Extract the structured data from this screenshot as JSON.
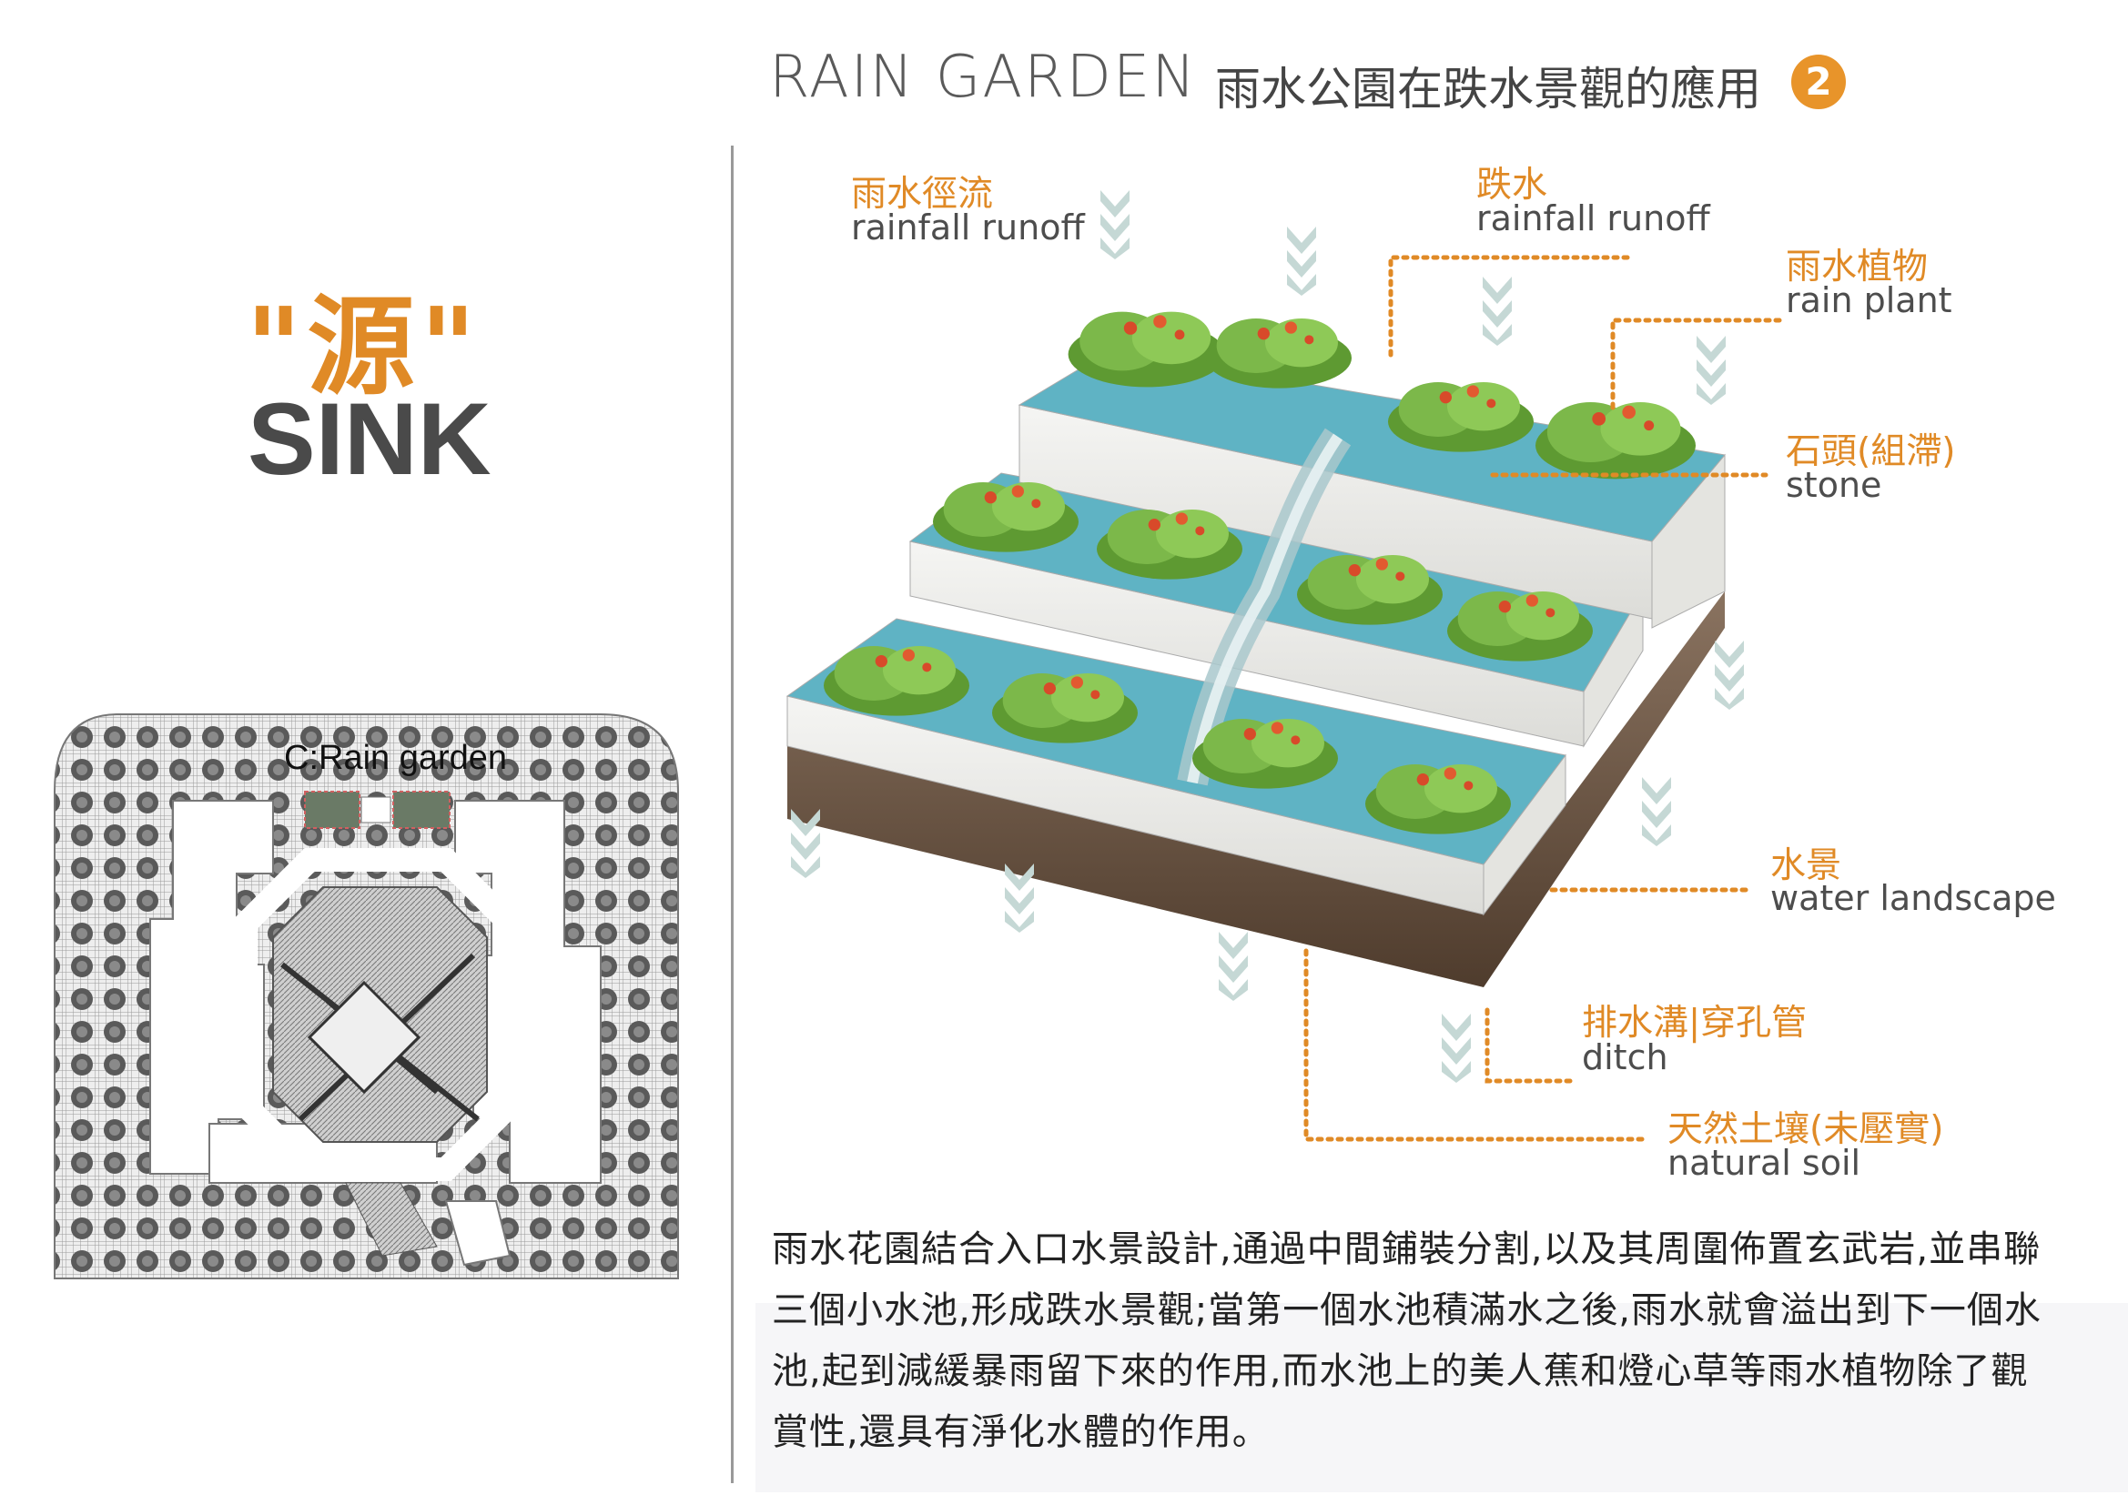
{
  "header": {
    "title_en": "RAIN GARDEN",
    "title_zh": "雨水公園在跌水景觀的應用",
    "badge": "2"
  },
  "left": {
    "yuan": "\"源\"",
    "sink": "SINK",
    "map_label": "C:Rain garden"
  },
  "labels": {
    "runoff": {
      "zh": "雨水徑流",
      "en": "rainfall runoff"
    },
    "cascade": {
      "zh": "跌水",
      "en": "rainfall runoff"
    },
    "plant": {
      "zh": "雨水植物",
      "en": "rain plant"
    },
    "stone": {
      "zh": "石頭(組滯)",
      "en": "stone"
    },
    "water": {
      "zh": "水景",
      "en": "water landscape"
    },
    "ditch": {
      "zh": "排水溝|穿孔管",
      "en": "ditch"
    },
    "soil": {
      "zh": "天然土壤(未壓實)",
      "en": "natural soil"
    }
  },
  "paragraph": [
    "雨水花園結合入口水景設計,通過中間鋪裝分割,以及其周圍佈置玄武岩,並串聯",
    "三個小水池,形成跌水景觀;當第一個水池積滿水之後,雨水就會溢出到下一個水",
    "池,起到減緩暴雨留下來的作用,而水池上的美人蕉和燈心草等雨水植物除了觀",
    "賞性,還具有淨化水體的作用。"
  ],
  "colors": {
    "accent": "#e08a26",
    "chevron": "#c7d9d6",
    "water": "#5fb3c4",
    "grass": "#6fa83a",
    "soil": "#6b5441"
  }
}
